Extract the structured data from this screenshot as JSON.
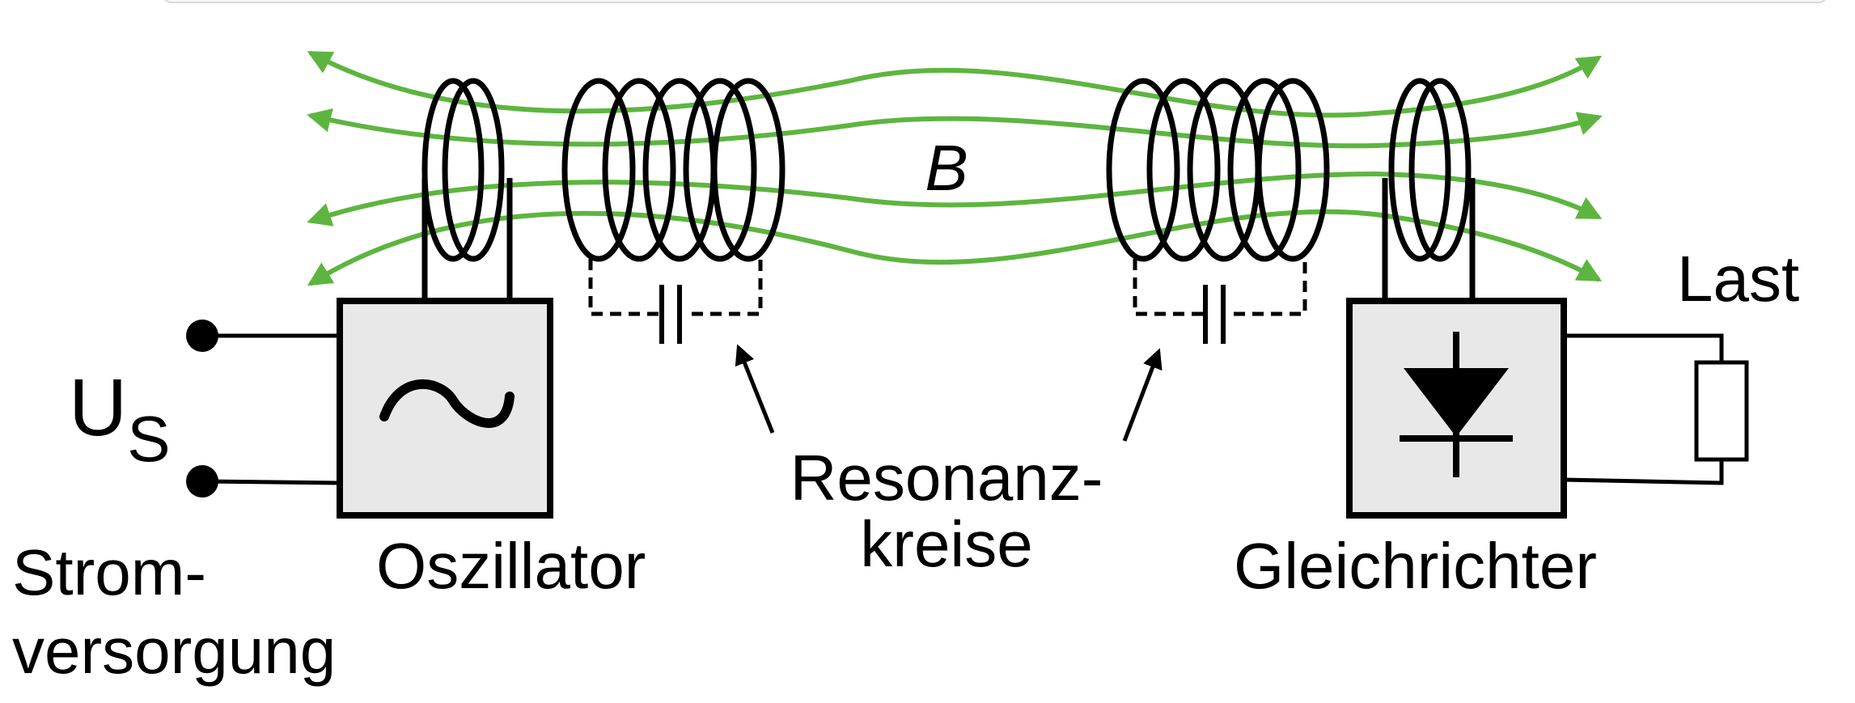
{
  "diagram": {
    "field_label": "B",
    "supply_voltage_main": "U",
    "supply_voltage_sub": "S",
    "supply_label_line1": "Strom-",
    "supply_label_line2": "versorgung",
    "oscillator_label": "Oszillator",
    "resonance_label_line1": "Resonanz-",
    "resonance_label_line2": "kreise",
    "rectifier_label": "Gleichrichter",
    "load_label": "Last"
  },
  "colors": {
    "field_lines": "#5db53f",
    "box_fill": "#e8e8e8",
    "stroke": "#000000"
  }
}
